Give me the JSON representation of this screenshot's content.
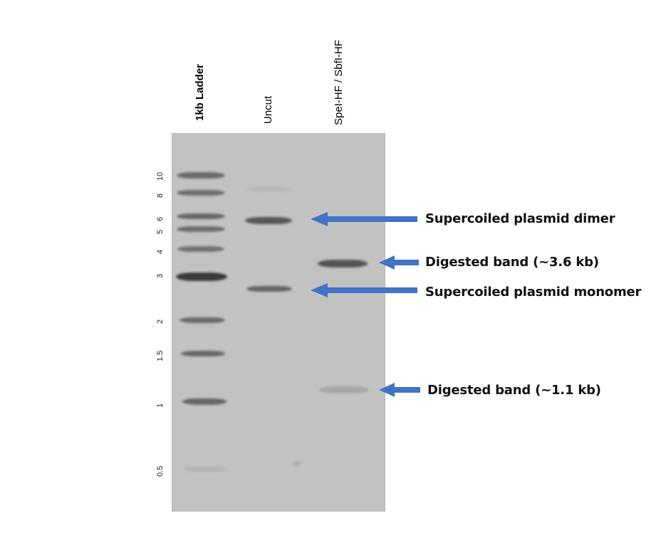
{
  "lanes": [
    {
      "label": "1kb Ladder",
      "bold": true
    },
    {
      "label": "Uncut",
      "bold": false
    },
    {
      "label": "SpeI-HF / SbfI-HF",
      "bold": false
    }
  ],
  "ladder_ticks": [
    "10",
    "8",
    "6",
    "5",
    "4",
    "3",
    "2",
    "1.5",
    "1",
    "0.5"
  ],
  "annotations": [
    {
      "text": "Supercoiled plasmid dimer"
    },
    {
      "text": "Digested band (~3.6 kb)"
    },
    {
      "text": "Supercoiled plasmid monomer"
    },
    {
      "text": "Digested band (~1.1 kb)"
    }
  ],
  "colors": {
    "arrow": "#4472c4",
    "gel": "#c2c2c2",
    "band": "#4a4a4a"
  }
}
